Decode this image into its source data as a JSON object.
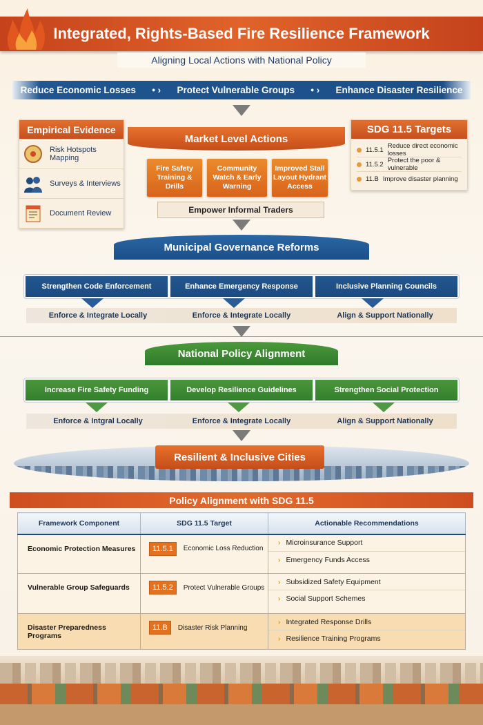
{
  "header": {
    "title": "Integrated, Rights-Based Fire Resilience Framework",
    "subtitle": "Aligning Local Actions with National Policy"
  },
  "goals": [
    "Reduce Economic Losses",
    "Protect Vulnerable Groups",
    "Enhance Disaster Resilience"
  ],
  "evidence": {
    "title": "Empirical Evidence",
    "items": [
      {
        "label": "Risk Hotspots Mapping",
        "icon": "map-target-icon"
      },
      {
        "label": "Surveys & Interviews",
        "icon": "people-icon"
      },
      {
        "label": "Document Review",
        "icon": "document-icon"
      }
    ]
  },
  "market": {
    "title": "Market Level Actions",
    "actions": [
      "Fire Safety Training & Drills",
      "Community Watch & Early Warning",
      "Improved Stall Layout Hydrant Access"
    ],
    "empower": "Empower Informal Traders"
  },
  "sdg_targets": {
    "title": "SDG 11.5 Targets",
    "items": [
      {
        "code": "11.5.1",
        "text": "Reduce direct economic losses"
      },
      {
        "code": "11.5.2",
        "text": "Protect the poor & vulnerable"
      },
      {
        "code": "11.B",
        "text": "Improve disaster planning"
      }
    ]
  },
  "municipal": {
    "title": "Municipal Governance Reforms",
    "items": [
      "Strengthen Code Enforcement",
      "Enhance Emergency Response",
      "Inclusive Planning Councils"
    ],
    "subs": [
      "Enforce & Integrate Locally",
      "Enforce & Integrate Locally",
      "Align & Support Nationally"
    ]
  },
  "national": {
    "title": "National Policy Alignment",
    "items": [
      "Increase Fire Safety Funding",
      "Develop Resilience Guidelines",
      "Strengthen Social Protection"
    ],
    "subs": [
      "Enforce & Intgral Locally",
      "Enforce & Integrate Locally",
      "Align & Support Nationally"
    ]
  },
  "outcome": "Resilient & Inclusive Cities",
  "policy_table": {
    "title": "Policy Alignment with SDG 11.5",
    "headers": [
      "Framework Component",
      "SDG 11.5 Target",
      "Actionable Recommendations"
    ],
    "rows": [
      {
        "component": "Economic Protection Measures",
        "code": "11.5.1",
        "target": "Economic Loss Reduction",
        "recs": [
          "Microinsurance Support",
          "Emergency Funds Access"
        ]
      },
      {
        "component": "Vulnerable Group Safeguards",
        "code": "11.5.2",
        "target": "Protect Vulnerable Groups",
        "recs": [
          "Subsidized Safety Equipment",
          "Social Support Schemes"
        ]
      },
      {
        "component": "Disaster Preparedness Programs",
        "code": "11.B",
        "target": "Disaster Risk Planning",
        "recs": [
          "Integrated Response Drills",
          "Resilience Training Programs"
        ]
      }
    ]
  },
  "colors": {
    "orange": "#d9581f",
    "blue": "#1c4f88",
    "green": "#3a8530"
  }
}
